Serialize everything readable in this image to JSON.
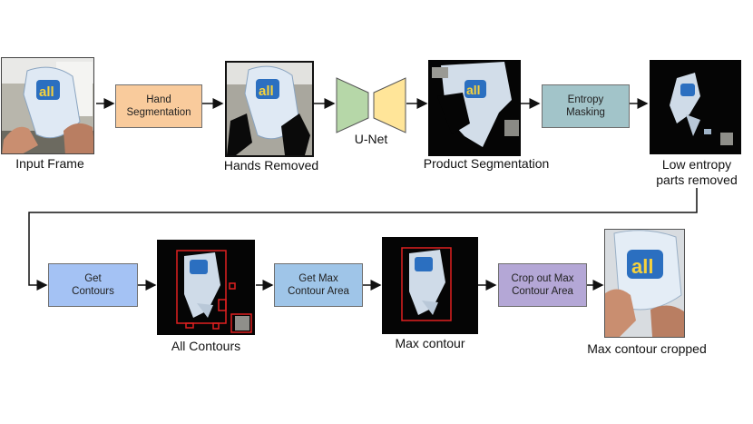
{
  "pipeline": {
    "row1": {
      "input_label": "Input Frame",
      "hand_seg": "Hand\nSegmentation",
      "hands_removed_label": "Hands Removed",
      "unet_label": "U-Net",
      "product_seg_label": "Product Segmentation",
      "entropy_mask": "Entropy\nMasking",
      "low_entropy_label": "Low entropy\nparts removed"
    },
    "row2": {
      "get_contours": "Get\nContours",
      "all_contours_label": "All Contours",
      "get_max_area": "Get Max\nContour Area",
      "max_contour_label": "Max contour",
      "crop_out": "Crop out Max\nContour Area",
      "cropped_label": "Max contour cropped"
    },
    "image_text": "all",
    "colors": {
      "hand_seg_box": "#f9cb9c",
      "entropy_box": "#a2c4c9",
      "contours_box": "#a4c2f4",
      "max_area_box": "#9fc5e8",
      "crop_box": "#b4a7d6",
      "unet_encoder": "#b6d7a8",
      "unet_decoder": "#ffe599",
      "contour_red": "#e02020"
    }
  }
}
